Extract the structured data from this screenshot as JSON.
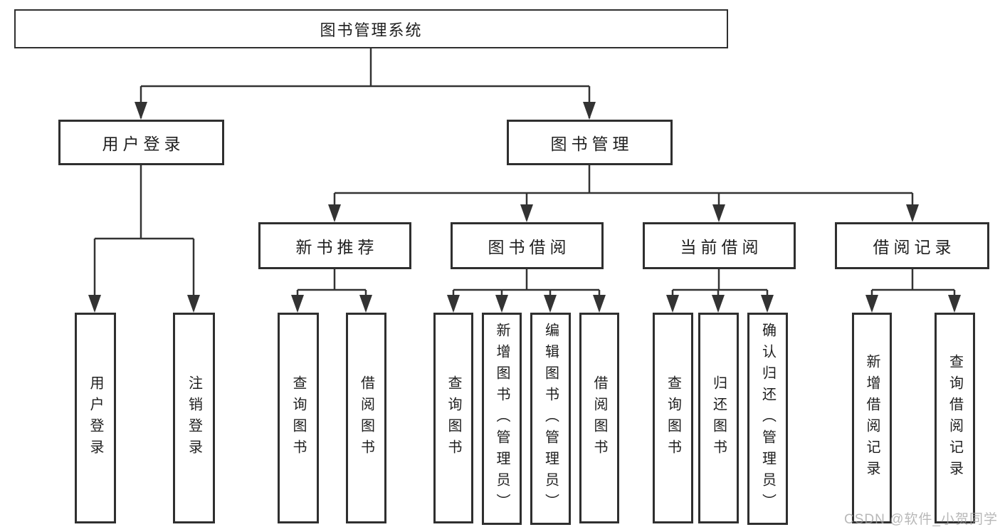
{
  "diagram": {
    "title": "图书管理系统",
    "root": {
      "label": "图书管理系统"
    },
    "level2": [
      {
        "label": "用户登录"
      },
      {
        "label": "图书管理"
      }
    ],
    "level3": [
      {
        "label": "新书推荐"
      },
      {
        "label": "图书借阅"
      },
      {
        "label": "当前借阅"
      },
      {
        "label": "借阅记录"
      }
    ],
    "level4": [
      {
        "label": "用户登录"
      },
      {
        "label": "注销登录"
      },
      {
        "label": "查询图书"
      },
      {
        "label": "借阅图书"
      },
      {
        "label": "查询图书"
      },
      {
        "label": "新增图书（管理员）"
      },
      {
        "label": "编辑图书（管理员）"
      },
      {
        "label": "借阅图书"
      },
      {
        "label": "查询图书"
      },
      {
        "label": "归还图书"
      },
      {
        "label": "确认归还（管理员）"
      },
      {
        "label": "新增借阅记录"
      },
      {
        "label": "查询借阅记录"
      }
    ]
  },
  "watermark": {
    "text": "CSDN @软件_小贺同学"
  },
  "colors": {
    "line": "#333333",
    "border": "#2f2f2f",
    "text": "#1f1f1f",
    "watermark": "#a8a8a8",
    "background": "#ffffff"
  }
}
